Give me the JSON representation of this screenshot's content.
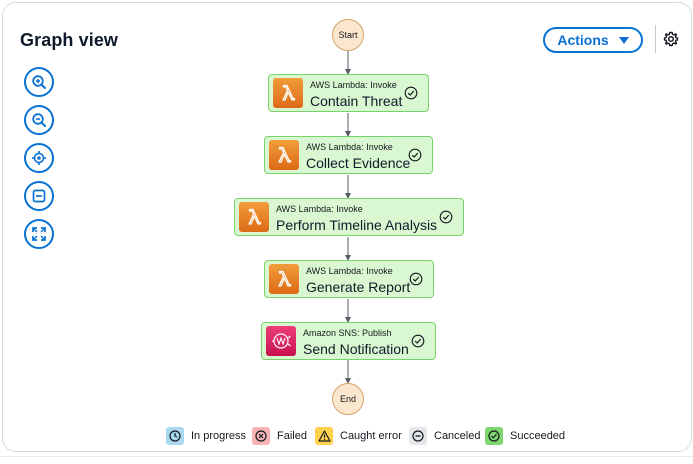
{
  "header": {
    "title": "Graph view",
    "actions_label": "Actions",
    "settings_icon": "gear-icon"
  },
  "controls": [
    {
      "name": "zoom-in",
      "icon": "zoom-in-icon"
    },
    {
      "name": "zoom-out",
      "icon": "zoom-out-icon"
    },
    {
      "name": "center",
      "icon": "crosshair-icon"
    },
    {
      "name": "fit",
      "icon": "fit-icon"
    },
    {
      "name": "fullscreen",
      "icon": "expand-icon"
    }
  ],
  "flow": {
    "start_label": "Start",
    "end_label": "End",
    "steps": [
      {
        "service": "AWS Lambda: Invoke",
        "name": "Contain Threat",
        "icon": "lambda-icon",
        "status": "succeeded"
      },
      {
        "service": "AWS Lambda: Invoke",
        "name": "Collect Evidence",
        "icon": "lambda-icon",
        "status": "succeeded"
      },
      {
        "service": "AWS Lambda: Invoke",
        "name": "Perform Timeline Analysis",
        "icon": "lambda-icon",
        "status": "succeeded"
      },
      {
        "service": "AWS Lambda: Invoke",
        "name": "Generate Report",
        "icon": "lambda-icon",
        "status": "succeeded"
      },
      {
        "service": "Amazon SNS: Publish",
        "name": "Send Notification",
        "icon": "sns-icon",
        "status": "succeeded"
      }
    ]
  },
  "legend": [
    {
      "label": "In progress",
      "color": "#a8d8f0",
      "icon": "clock-icon"
    },
    {
      "label": "Failed",
      "color": "#f8b3b3",
      "icon": "x-circle-icon"
    },
    {
      "label": "Caught error",
      "color": "#ffd24d",
      "icon": "warning-icon"
    },
    {
      "label": "Canceled",
      "color": "#e4e7ea",
      "icon": "minus-circle-icon"
    },
    {
      "label": "Succeeded",
      "color": "#7fd86f",
      "icon": "check-circle-icon"
    }
  ],
  "colors": {
    "accent": "#0972d3",
    "success_bg": "#d9f7d0",
    "success_border": "#7ad36a",
    "terminal_bg": "#fbe7cd"
  }
}
